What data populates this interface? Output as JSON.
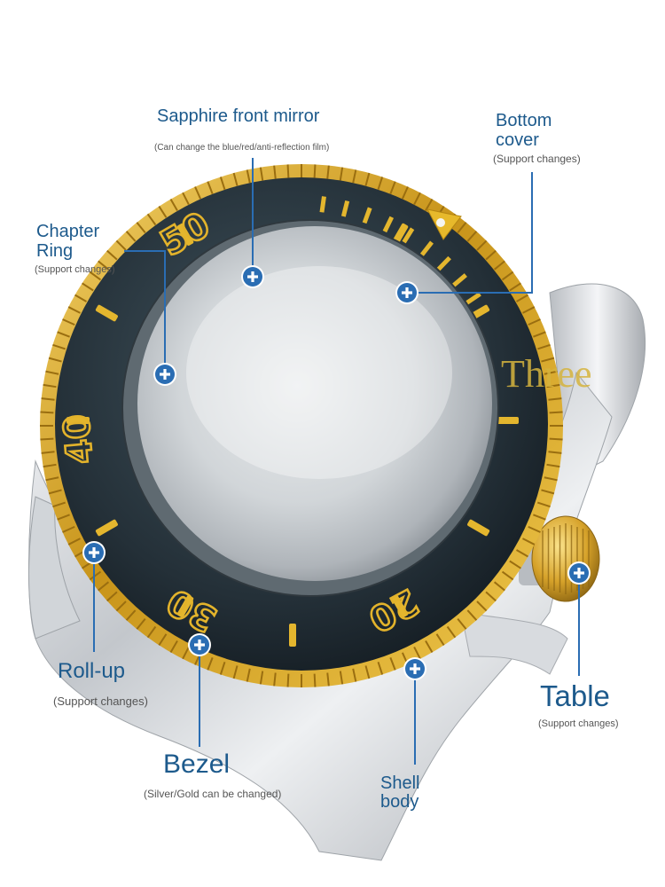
{
  "colors": {
    "label_blue": "#1d5a8c",
    "marker_blue": "#2a6db3",
    "gold": "#d9a921",
    "bezel_dark": "#1f2c34",
    "steel": "#c9ccd0"
  },
  "bezel_numerals": [
    "50",
    "40",
    "30",
    "20"
  ],
  "watermark": "Three",
  "labels": {
    "sapphire": {
      "title": "Sapphire front mirror",
      "note": "(Can change the blue/red/anti-reflection film)"
    },
    "bottom_cover": {
      "title_line1": "Bottom",
      "title_line2": "cover",
      "note": "(Support changes)"
    },
    "chapter_ring": {
      "title_line1": "Chapter",
      "title_line2": "Ring",
      "note": "(Support changes)"
    },
    "roll_up": {
      "title": "Roll-up",
      "note": "(Support changes)"
    },
    "bezel": {
      "title": "Bezel",
      "note": "(Silver/Gold can be changed)"
    },
    "shell_body": {
      "title_line1": "Shell",
      "title_line2": "body"
    },
    "table": {
      "title": "Table",
      "note": "(Support changes)"
    }
  },
  "marker_icon": "plus-circle-icon"
}
